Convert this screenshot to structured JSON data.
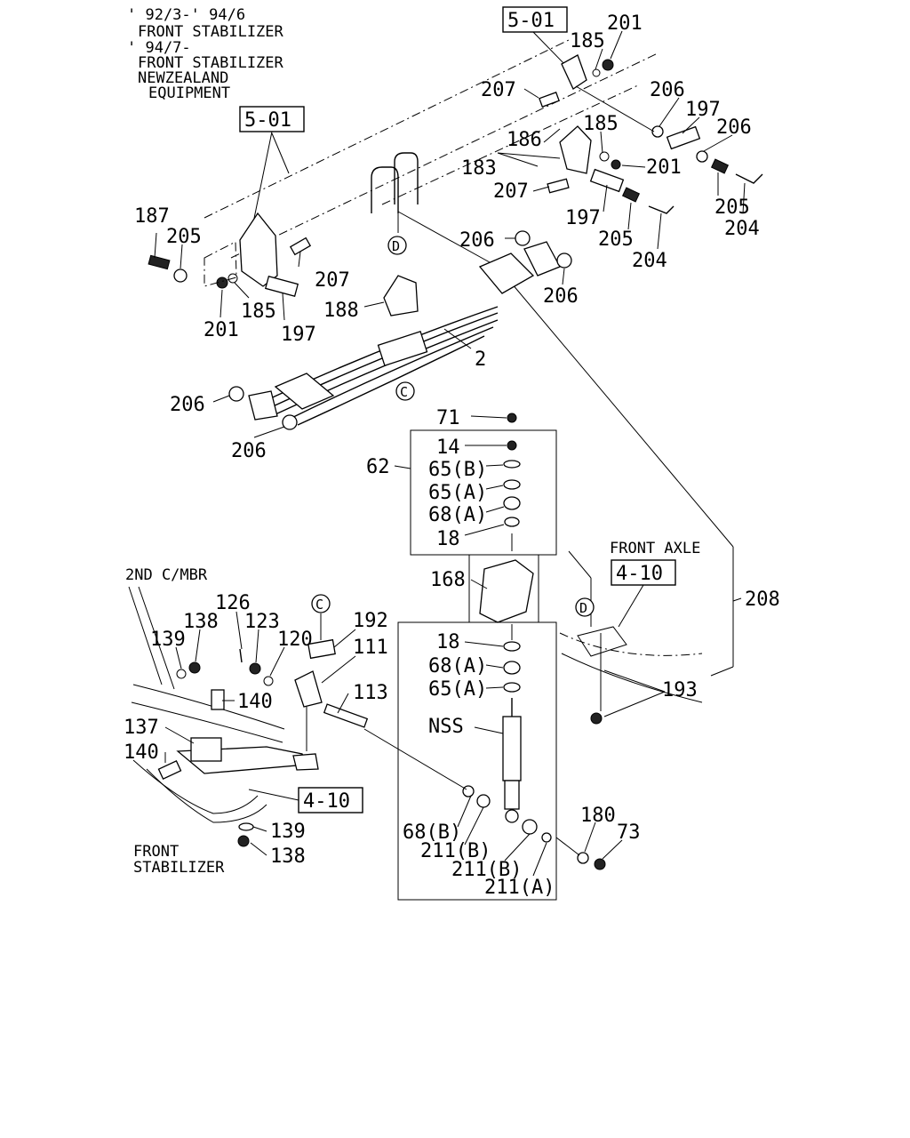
{
  "notes": {
    "line1": "' 92/3-' 94/6",
    "line2": "FRONT STABILIZER",
    "line3": "' 94/7-",
    "line4": "FRONT STABILIZER",
    "line5": "NEWZEALAND",
    "line6": "EQUIPMENT"
  },
  "refs": {
    "top": "5-01",
    "left": "5-01",
    "axle": "4-10",
    "stab": "4-10"
  },
  "circles": {
    "c1": "C",
    "c2": "C",
    "d1": "D",
    "d2": "D"
  },
  "text_labels": {
    "front_axle": "FRONT AXLE",
    "second_cmbr": "2ND C/MBR",
    "front_stab_1": "FRONT",
    "front_stab_2": "STABILIZER"
  },
  "parts": {
    "p201a": "201",
    "p185a": "185",
    "p207a": "207",
    "p206a": "206",
    "p197a": "197",
    "p206b": "206",
    "p186": "186",
    "p185b": "185",
    "p183": "183",
    "p201b": "201",
    "p207b": "207",
    "p205a": "205",
    "p197b": "197",
    "p205b": "205",
    "p204a": "204",
    "p204b": "204",
    "p187": "187",
    "p205c": "205",
    "p207c": "207",
    "p201c": "201",
    "p185c": "185",
    "p197c": "197",
    "p188": "188",
    "p206c": "206",
    "p206d": "206",
    "p2": "2",
    "p206e": "206",
    "p206f": "206",
    "p71": "71",
    "p14": "14",
    "p65b": "65(B)",
    "p65a": "65(A)",
    "p68a": "68(A)",
    "p18a": "18",
    "p62": "62",
    "p168": "168",
    "p18b": "18",
    "p68a2": "68(A)",
    "p65a2": "65(A)",
    "pNSS": "NSS",
    "p208": "208",
    "p193": "193",
    "p126": "126",
    "p138a": "138",
    "p123": "123",
    "p139a": "139",
    "p120": "120",
    "p192": "192",
    "p111": "111",
    "p113": "113",
    "p140a": "140",
    "p137": "137",
    "p140b": "140",
    "p139b": "139",
    "p138b": "138",
    "p68b": "68(B)",
    "p211b1": "211(B)",
    "p211b2": "211(B)",
    "p211a": "211(A)",
    "p180": "180",
    "p73": "73"
  }
}
